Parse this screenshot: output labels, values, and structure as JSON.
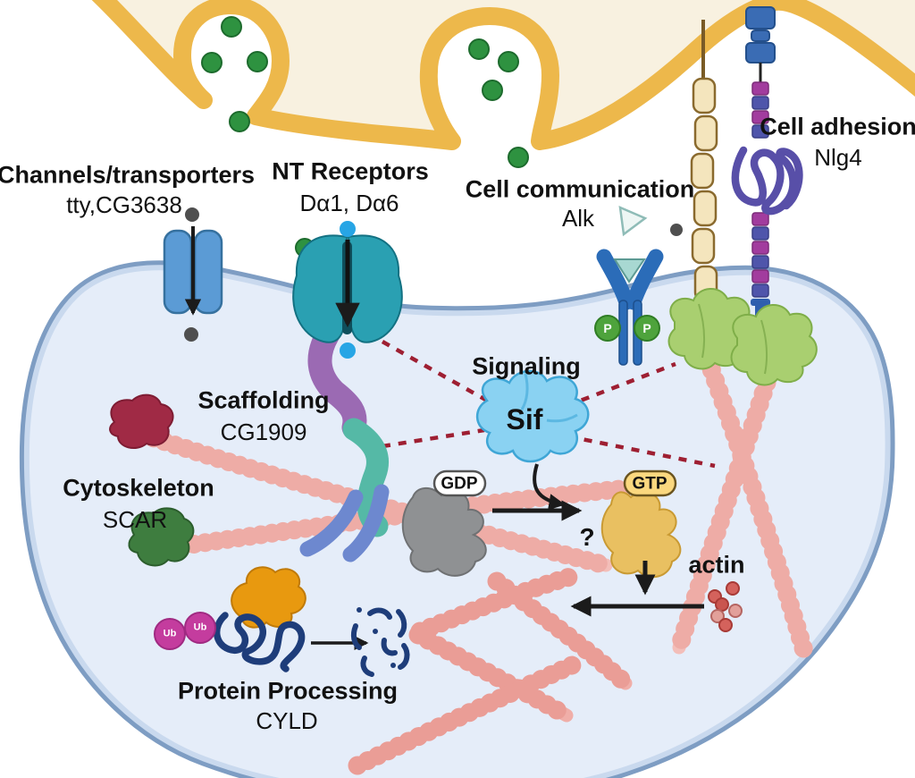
{
  "figure": {
    "description": "Synapse schematic: presynaptic terminal releasing neurotransmitter onto a postsynaptic cell with labeled protein classes",
    "regions": {
      "channels": {
        "title": "Channels/transporters",
        "genes": "tty,CG3638"
      },
      "nt_receptors": {
        "title": "NT Receptors",
        "genes": "Dα1, Dα6"
      },
      "cell_communication": {
        "title": "Cell communication",
        "genes": "Alk"
      },
      "cell_adhesion": {
        "title": "Cell adhesion",
        "genes": "Nlg4"
      },
      "scaffolding": {
        "title": "Scaffolding",
        "genes": "CG1909"
      },
      "cytoskeleton": {
        "title": "Cytoskeleton",
        "genes": "SCAR"
      },
      "signaling": {
        "title": "Signaling",
        "genes": "Sif"
      },
      "protein_processing": {
        "title": "Protein Processing",
        "genes": "CYLD"
      }
    },
    "annotations": {
      "actin": "actin",
      "gdp": "GDP",
      "gtp": "GTP",
      "question": "?",
      "ub": "Ub",
      "phospho": "P"
    },
    "colors": {
      "presynaptic_membrane": "#edb84b",
      "presynaptic_fill": "#f8f1e0",
      "postsynaptic_fill": "#e5edf9",
      "membrane_outer": "#7e9dc3",
      "membrane_inner": "#c9d9ee",
      "vesicle_green": "#2e9240",
      "receptor_teal": "#2aa0b2",
      "channel_blue": "#5b9bd5",
      "alk_blue": "#2b6cb8",
      "sif_blue": "#8ad2f2",
      "actin_pink": "#f2b9b3",
      "dashed_red": "#9e1f32",
      "gtp_yellow": "#e9c061",
      "gdp_gray": "#8f9193",
      "ub_magenta": "#c43c9e",
      "scaffold_purple": "#9b6ab3",
      "scaffold_teal": "#55b9a6",
      "anchor_green": "#a9cf70"
    }
  }
}
